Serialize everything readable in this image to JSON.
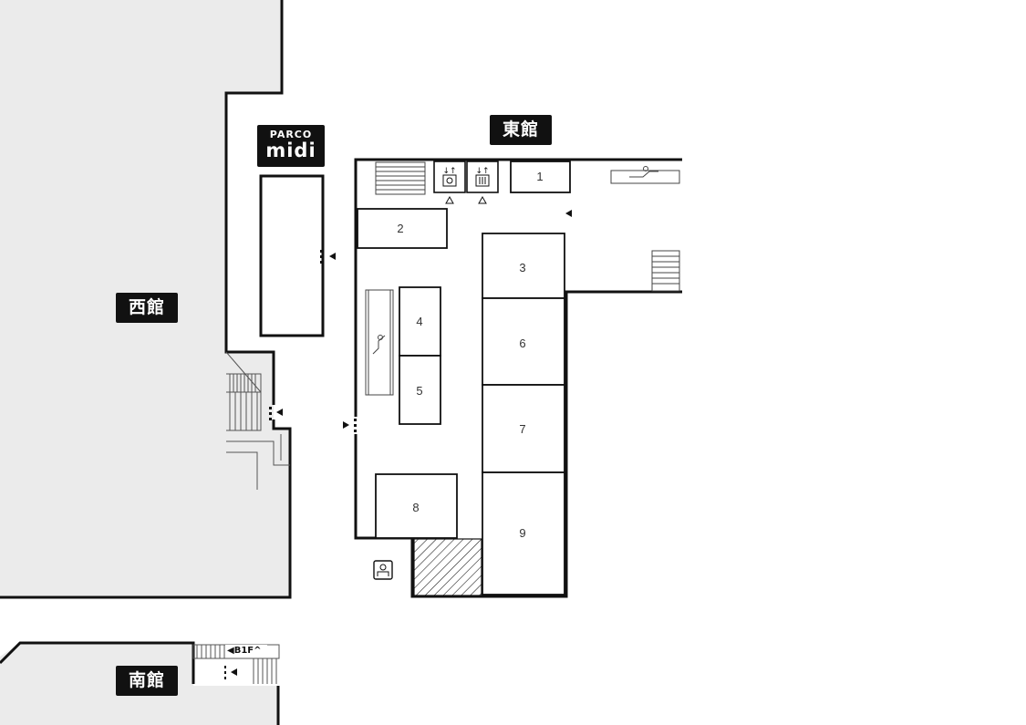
{
  "buildings": {
    "west": "西館",
    "east": "東館",
    "south": "南館"
  },
  "parco": {
    "line1": "PARCO",
    "line2": "midi"
  },
  "shops": [
    "1",
    "2",
    "3",
    "4",
    "5",
    "6",
    "7",
    "8",
    "9"
  ],
  "floor_sign": {
    "label": "B1F"
  },
  "icons": [
    "escalator-icon",
    "elevator-accessible-icon",
    "elevator-icon",
    "stairs-icon",
    "restroom-icon",
    "entrance-arrow-icon"
  ],
  "colors": {
    "background": "#ffffff",
    "building_fill": "#ebebeb",
    "wall": "#111111",
    "tag_bg": "#111111",
    "tag_text": "#ffffff"
  }
}
